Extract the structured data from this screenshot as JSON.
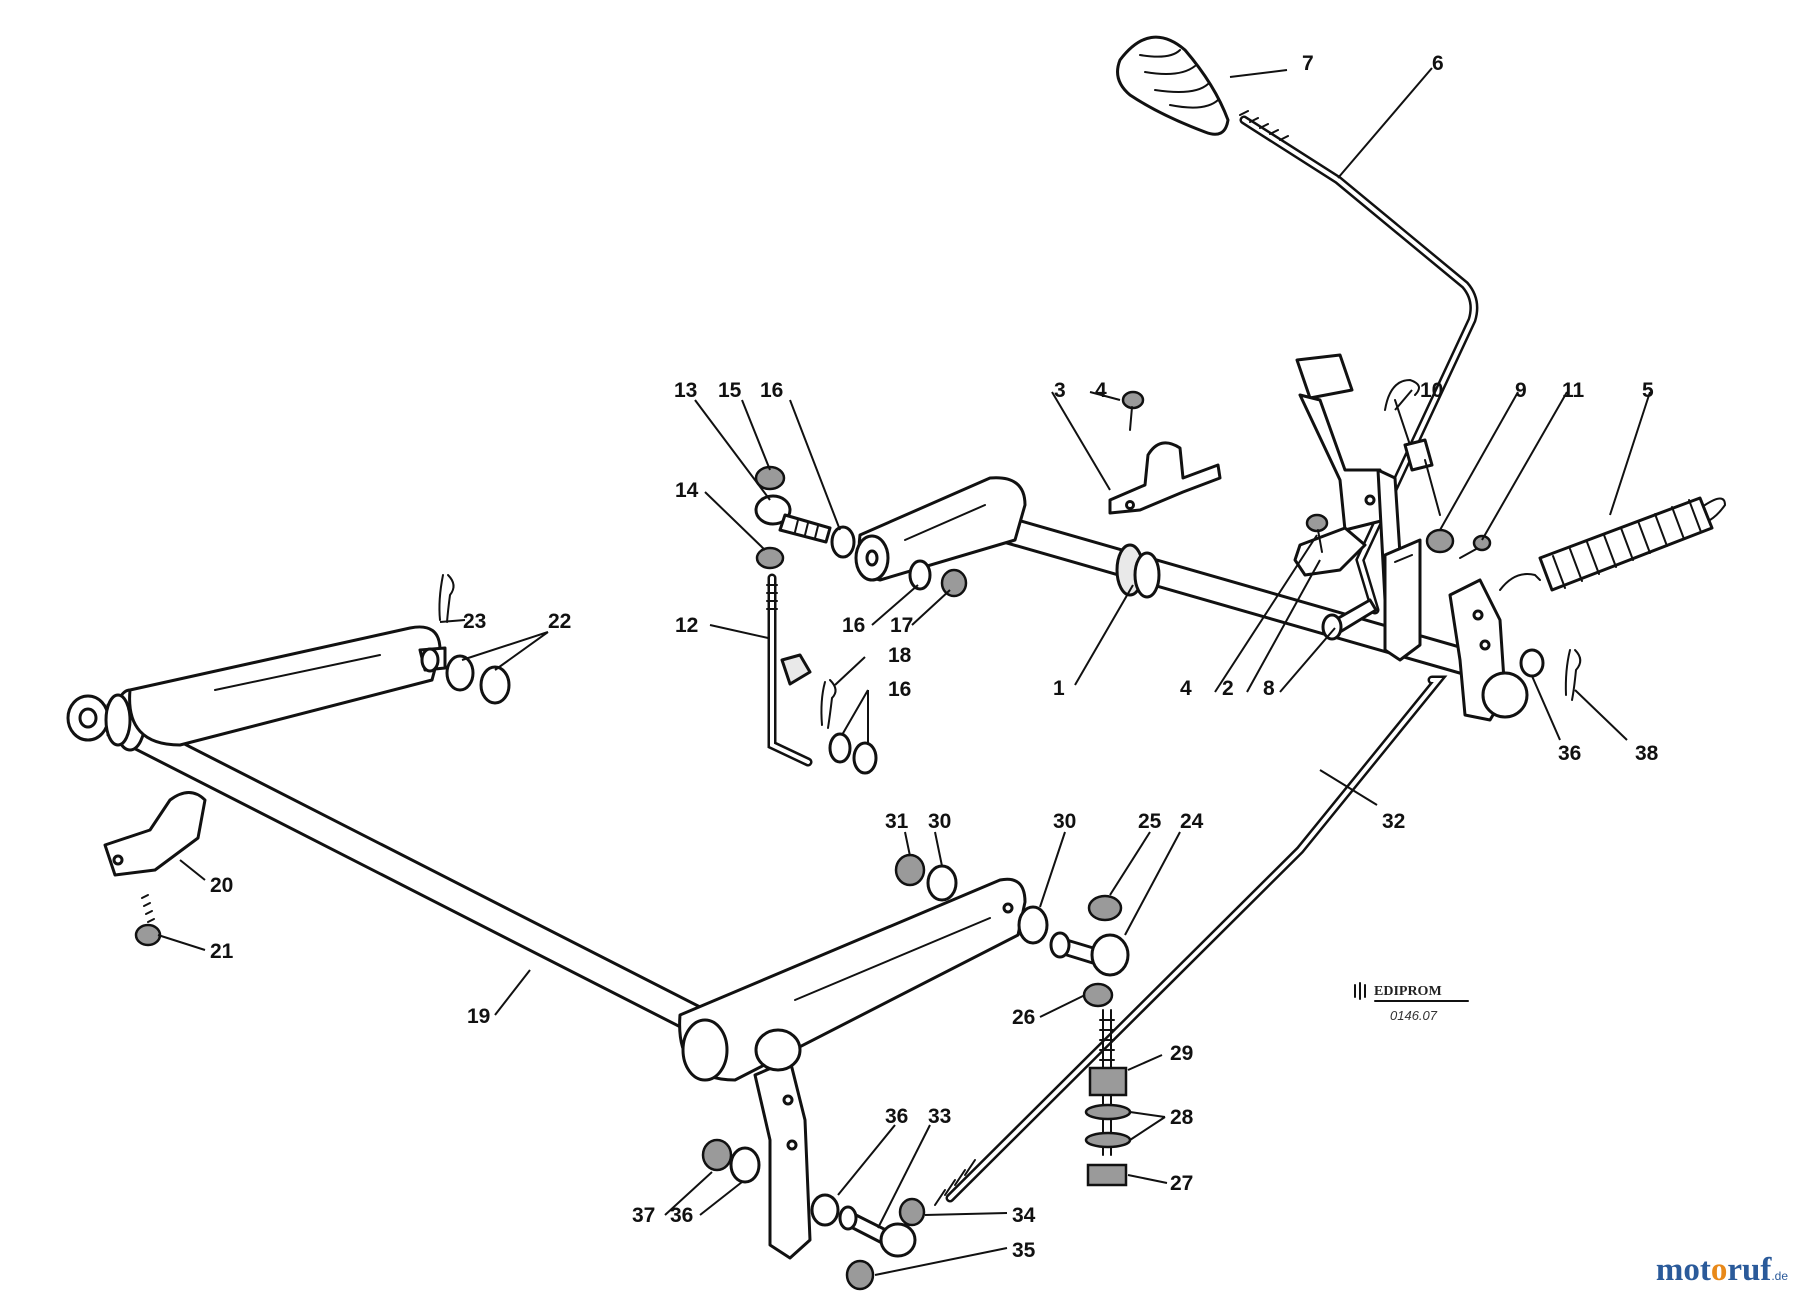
{
  "labels": [
    {
      "text": "1"
    },
    {
      "text": "2"
    },
    {
      "text": "3"
    },
    {
      "text": "4"
    },
    {
      "text": "4"
    },
    {
      "text": "5"
    },
    {
      "text": "6"
    },
    {
      "text": "7"
    },
    {
      "text": "8"
    },
    {
      "text": "9"
    },
    {
      "text": "10"
    },
    {
      "text": "11"
    },
    {
      "text": "12"
    },
    {
      "text": "13"
    },
    {
      "text": "14"
    },
    {
      "text": "15"
    },
    {
      "text": "16"
    },
    {
      "text": "16"
    },
    {
      "text": "16"
    },
    {
      "text": "17"
    },
    {
      "text": "18"
    },
    {
      "text": "19"
    },
    {
      "text": "20"
    },
    {
      "text": "21"
    },
    {
      "text": "22"
    },
    {
      "text": "23"
    },
    {
      "text": "24"
    },
    {
      "text": "25"
    },
    {
      "text": "26"
    },
    {
      "text": "27"
    },
    {
      "text": "28"
    },
    {
      "text": "29"
    },
    {
      "text": "30"
    },
    {
      "text": "30"
    },
    {
      "text": "31"
    },
    {
      "text": "32"
    },
    {
      "text": "33"
    },
    {
      "text": "34"
    },
    {
      "text": "35"
    },
    {
      "text": "36"
    },
    {
      "text": "36"
    },
    {
      "text": "36"
    },
    {
      "text": "37"
    },
    {
      "text": "38"
    }
  ],
  "publisher_logo": {
    "name": "EDIPROM",
    "code": "0146.07"
  },
  "watermark": {
    "brand_o1": "mot",
    "brand_o2": "o",
    "brand_r": "ruf",
    "suffix": ".de"
  },
  "colors": {
    "brand_blue": "#2a5a9a",
    "brand_orange": "#e8891a",
    "ink": "#111111"
  }
}
